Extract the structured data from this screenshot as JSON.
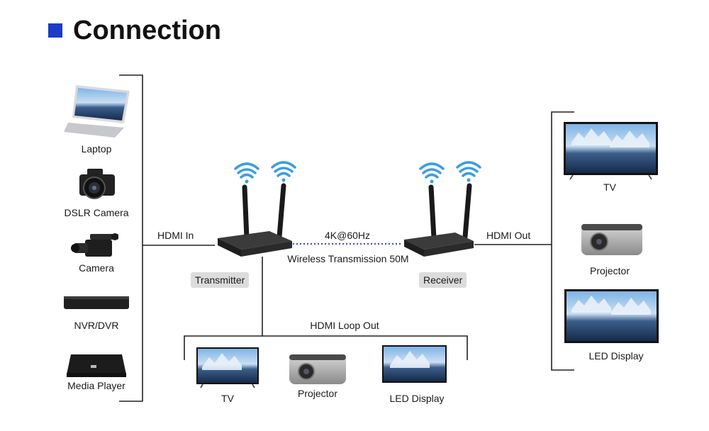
{
  "title": "Connection",
  "colors": {
    "accent": "#1a3cc8",
    "wifi": "#3a9ee0",
    "link": "#2a4fd0"
  },
  "sources": {
    "laptop": "Laptop",
    "dslr": "DSLR Camera",
    "camera": "Camera",
    "nvr": "NVR/DVR",
    "media_player": "Media Player"
  },
  "links": {
    "hdmi_in": "HDMI In",
    "resolution": "4K@60Hz",
    "wireless": "Wireless Transmission 50M",
    "hdmi_out": "HDMI Out",
    "hdmi_loop": "HDMI Loop Out"
  },
  "devices": {
    "transmitter": "Transmitter",
    "receiver": "Receiver"
  },
  "loop_outputs": {
    "tv": "TV",
    "projector": "Projector",
    "led": "LED Display"
  },
  "outputs": {
    "tv": "TV",
    "projector": "Projector",
    "led": "LED Display"
  }
}
